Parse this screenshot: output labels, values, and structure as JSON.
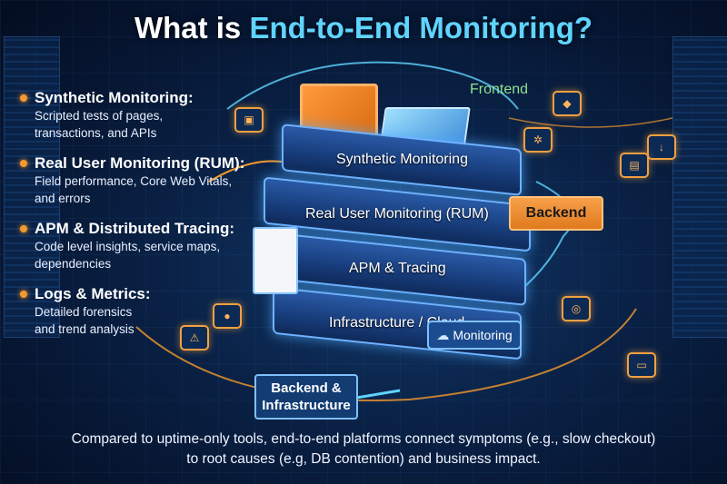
{
  "title": {
    "prefix": "What is ",
    "highlight": "End-to-End Monitoring?"
  },
  "left_items": [
    {
      "heading": "Synthetic Monitoring:",
      "desc1": "Scripted tests of pages,",
      "desc2": "transactions, and APIs"
    },
    {
      "heading": "Real User Monitoring (RUM):",
      "desc1": "Field performance, Core Web Vitals,",
      "desc2": "and errors"
    },
    {
      "heading": "APM & Distributed Tracing:",
      "desc1": "Code level insights, service maps,",
      "desc2": "dependencies"
    },
    {
      "heading": "Logs & Metrics:",
      "desc1": "Detailed forensics",
      "desc2": "and trend analysis"
    }
  ],
  "stack": {
    "layer1": "Synthetic Monitoring",
    "layer2": "Real User Monitoring (RUM)",
    "layer3": "APM & Tracing",
    "layer4": "Infrastructure / Cloud"
  },
  "monitoring_badge": "Monitoring",
  "tags": {
    "frontend": "Frontend",
    "backend": "Backend",
    "backend_infra_1": "Backend &",
    "backend_infra_2": "Infrastructure"
  },
  "caption": {
    "line1": "Compared to uptime-only tools, end-to-end platforms connect symptoms (e.g., slow checkout)",
    "line2": "to root causes (e.g, DB contention) and business impact."
  },
  "colors": {
    "accent": "#5fd4ff",
    "orange": "#f39a2c",
    "navy": "#0a2247"
  }
}
